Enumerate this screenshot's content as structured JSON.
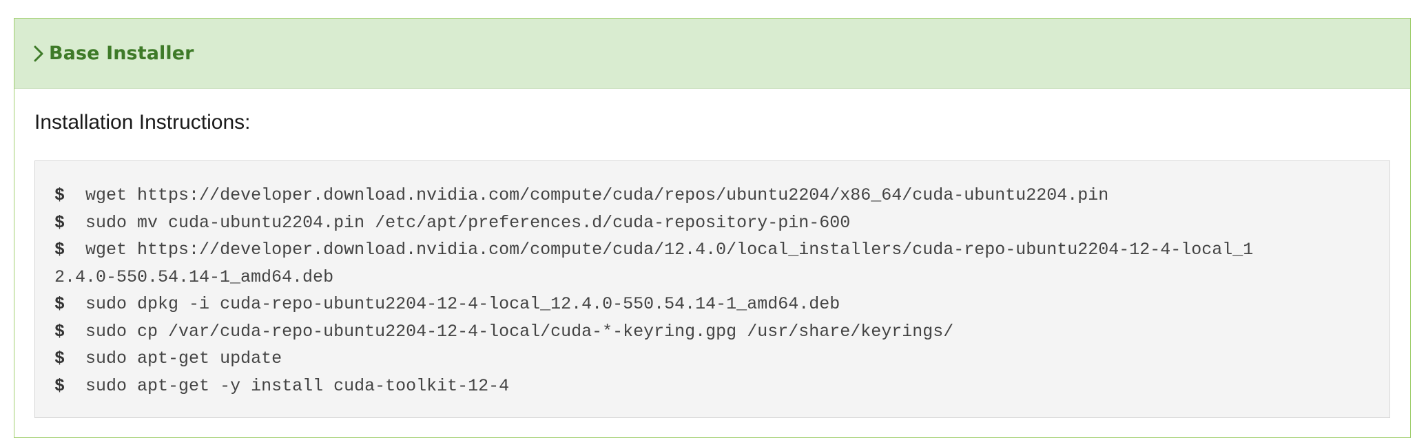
{
  "panel": {
    "title": "Base Installer",
    "accent_color": "#3e7a28",
    "header_bg": "#d9ecd0",
    "chevron_icon": "chevron-right-icon"
  },
  "instructions": {
    "label": "Installation Instructions:",
    "prompt": "$",
    "lines": [
      "wget https://developer.download.nvidia.com/compute/cuda/repos/ubuntu2204/x86_64/cuda-ubuntu2204.pin",
      "sudo mv cuda-ubuntu2204.pin /etc/apt/preferences.d/cuda-repository-pin-600",
      "wget https://developer.download.nvidia.com/compute/cuda/12.4.0/local_installers/cuda-repo-ubuntu2204-12-4-local_1",
      "2.4.0-550.54.14-1_amd64.deb",
      "sudo dpkg -i cuda-repo-ubuntu2204-12-4-local_12.4.0-550.54.14-1_amd64.deb",
      "sudo cp /var/cuda-repo-ubuntu2204-12-4-local/cuda-*-keyring.gpg /usr/share/keyrings/",
      "sudo apt-get update",
      "sudo apt-get -y install cuda-toolkit-12-4"
    ]
  }
}
